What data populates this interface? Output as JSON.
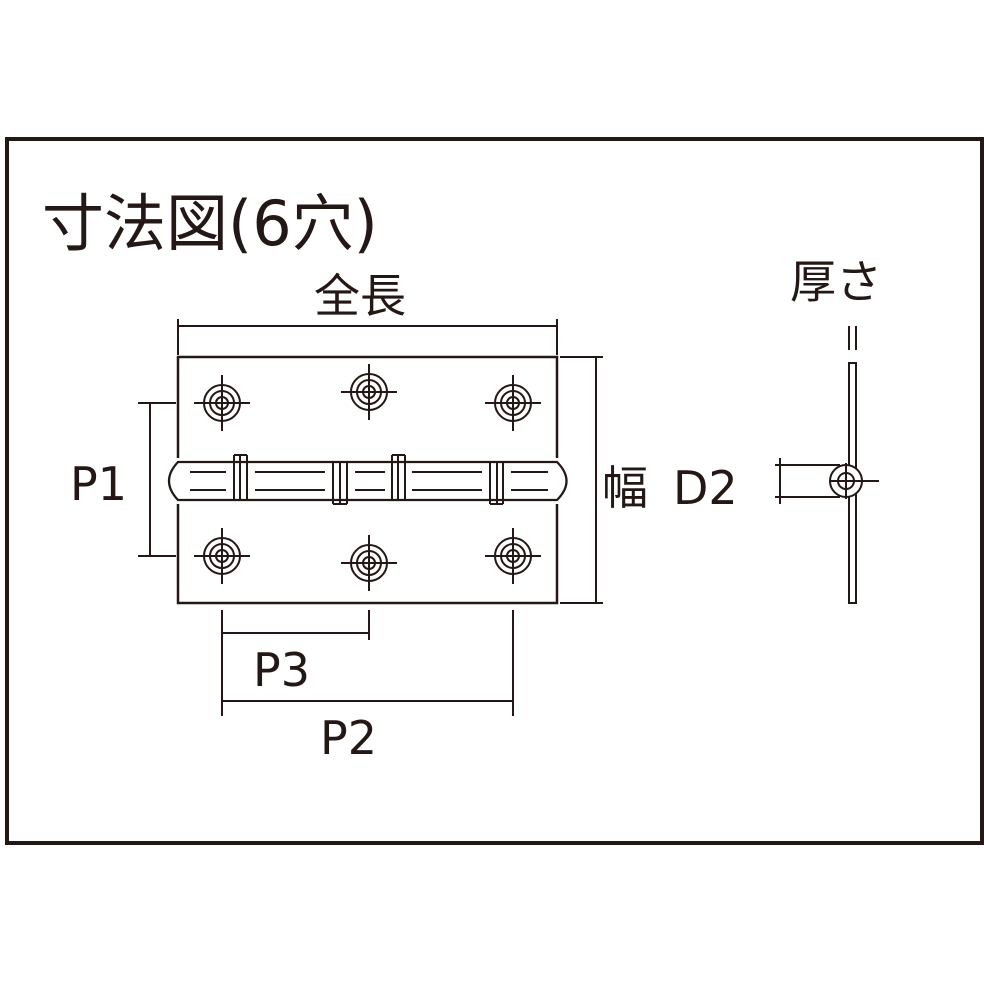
{
  "title": "寸法図(6穴)",
  "labels": {
    "overall_length": "全長",
    "width": "幅",
    "thickness": "厚さ",
    "pitch1": "P1",
    "pitch2": "P2",
    "pitch3": "P3",
    "pin_diameter": "D2"
  },
  "colors": {
    "line": "#231815",
    "background": "#ffffff"
  }
}
